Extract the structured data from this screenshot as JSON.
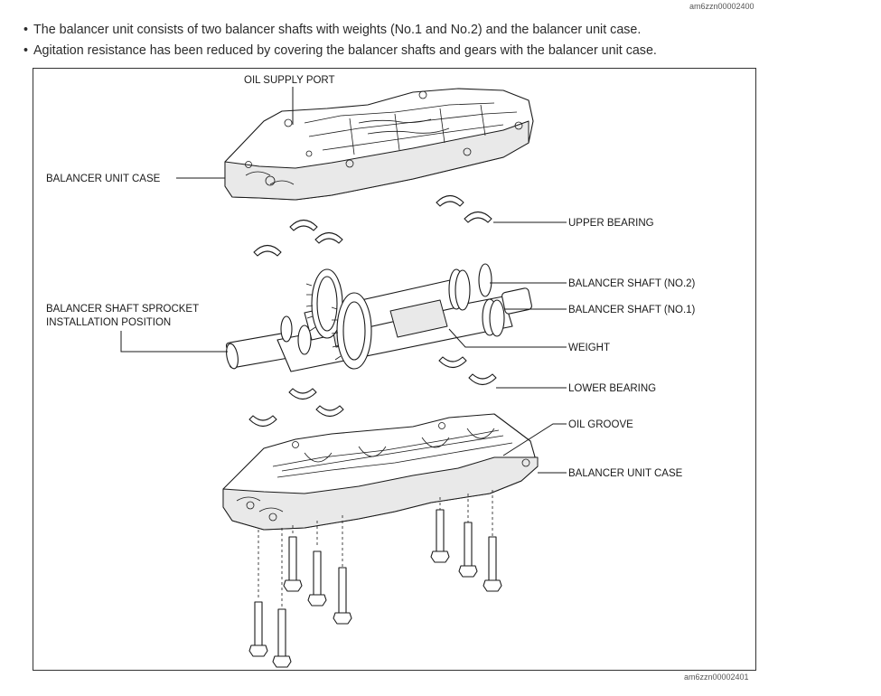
{
  "doc_code_top": "am6zzn00002400",
  "doc_code_bottom": "am6zzn00002401",
  "bullets": [
    "The balancer unit consists of two balancer shafts with weights (No.1 and No.2) and the balancer unit case.",
    "Agitation resistance has been reduced by covering the balancer shafts and gears with the balancer unit case."
  ],
  "callouts": {
    "oil_supply_port": "OIL SUPPLY PORT",
    "balancer_unit_case_upper": "BALANCER UNIT CASE",
    "upper_bearing": "UPPER BEARING",
    "balancer_shaft_no2": "BALANCER SHAFT (NO.2)",
    "balancer_shaft_no1": "BALANCER SHAFT (NO.1)",
    "sprocket_line1": "BALANCER SHAFT SPROCKET",
    "sprocket_line2": "INSTALLATION POSITION",
    "weight": "WEIGHT",
    "lower_bearing": "LOWER BEARING",
    "oil_groove": "OIL GROOVE",
    "balancer_unit_case_lower": "BALANCER UNIT CASE"
  }
}
